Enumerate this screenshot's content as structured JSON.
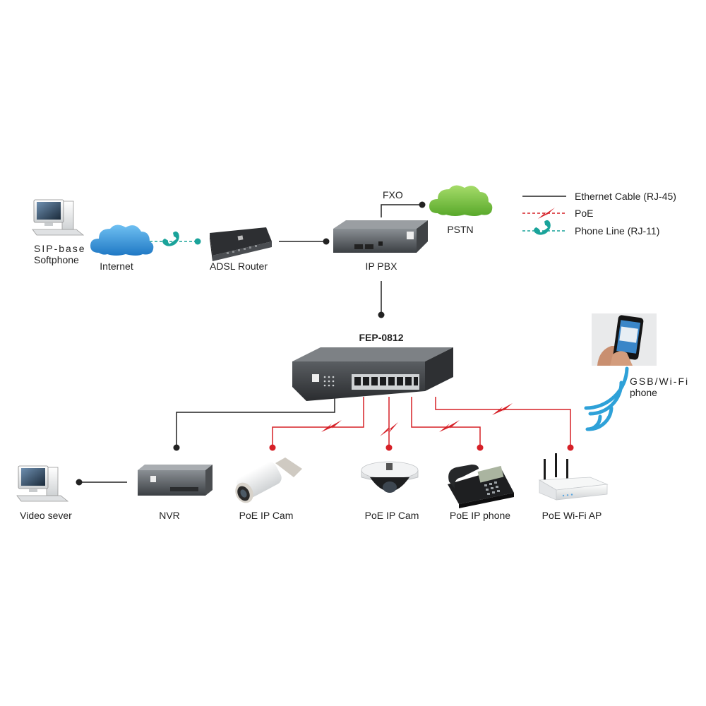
{
  "colors": {
    "ethernet": "#222222",
    "poe": "#d62027",
    "phone": "#1aa39a",
    "cloud_blue": "#2f8fd6",
    "cloud_green": "#7cc242",
    "wifi": "#2ea1d8"
  },
  "legend": {
    "ethernet": "Ethernet Cable (RJ-45)",
    "poe": "PoE",
    "phone": "Phone Line (RJ-11)"
  },
  "nodes": {
    "softphone_line1": "SIP-base",
    "softphone_line2": "Softphone",
    "internet": "Internet",
    "adsl_router": "ADSL Router",
    "ip_pbx": "IP PBX",
    "fxo": "FXO",
    "pstn": "PSTN",
    "switch": "FEP-0812",
    "gsm_line1": "GSB/Wi-Fi",
    "gsm_line2": "phone",
    "video_server": "Video sever",
    "nvr": "NVR",
    "ip_cam_1": "PoE IP Cam",
    "ip_cam_2": "PoE IP Cam",
    "ip_phone": "PoE IP phone",
    "wifi_ap": "PoE Wi-Fi AP"
  },
  "icons": [
    "desktop-computer-icon",
    "cloud-icon",
    "phone-handset-icon",
    "adsl-router-icon",
    "ip-pbx-icon",
    "network-switch-icon",
    "smartphone-icon",
    "wifi-signal-icon",
    "nvr-icon",
    "bullet-camera-icon",
    "dome-camera-icon",
    "desk-phone-icon",
    "wifi-access-point-icon"
  ]
}
